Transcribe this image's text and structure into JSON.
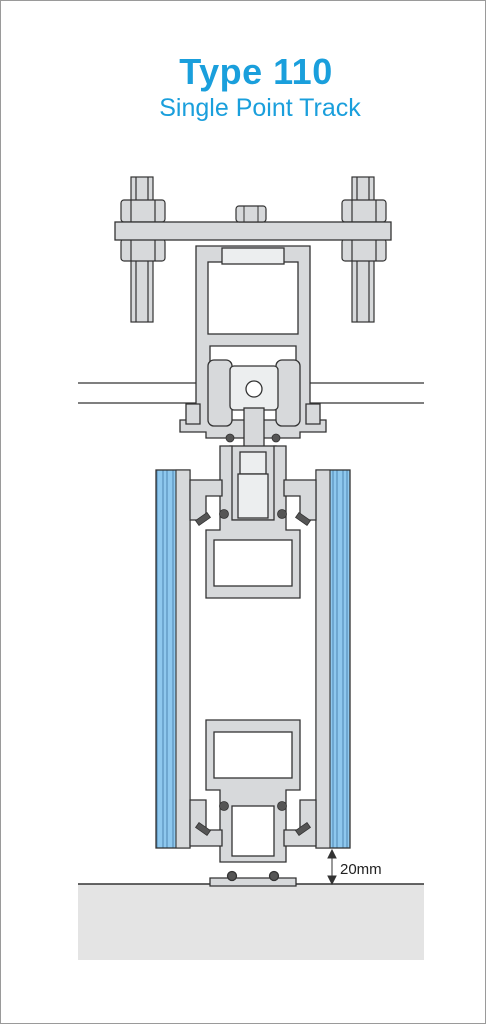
{
  "diagram": {
    "title": "Type 110",
    "subtitle": "Single Point Track",
    "dimension_label": "20mm"
  },
  "colors": {
    "title": "#1a9fdc",
    "glass": "#8ec8ee",
    "aluminium": "#d7d9db",
    "outline": "#333333",
    "floor": "#e4e4e4",
    "seal": "#555555"
  }
}
